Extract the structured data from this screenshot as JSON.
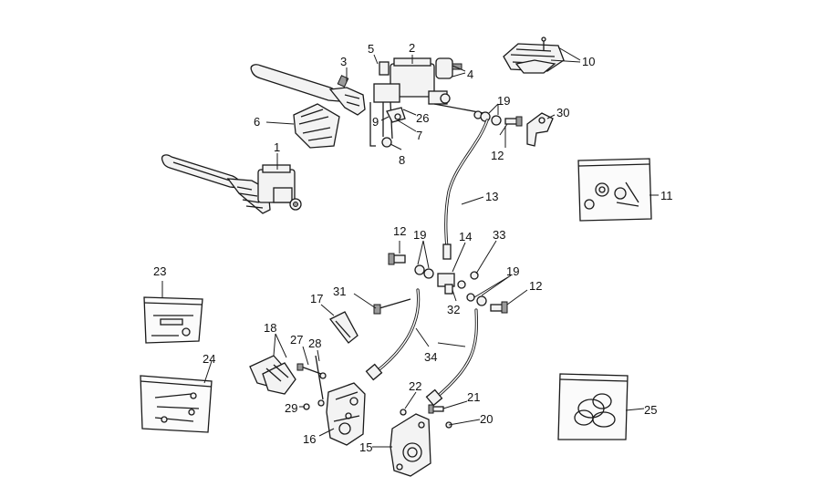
{
  "callouts": [
    {
      "id": "c1",
      "text": "1"
    },
    {
      "id": "c2",
      "text": "2"
    },
    {
      "id": "c3",
      "text": "3"
    },
    {
      "id": "c4",
      "text": "4"
    },
    {
      "id": "c5",
      "text": "5"
    },
    {
      "id": "c6",
      "text": "6"
    },
    {
      "id": "c7",
      "text": "7"
    },
    {
      "id": "c8",
      "text": "8"
    },
    {
      "id": "c9",
      "text": "9"
    },
    {
      "id": "c10",
      "text": "10"
    },
    {
      "id": "c11",
      "text": "11"
    },
    {
      "id": "c12a",
      "text": "12"
    },
    {
      "id": "c12b",
      "text": "12"
    },
    {
      "id": "c12c",
      "text": "12"
    },
    {
      "id": "c13",
      "text": "13"
    },
    {
      "id": "c14",
      "text": "14"
    },
    {
      "id": "c15",
      "text": "15"
    },
    {
      "id": "c16",
      "text": "16"
    },
    {
      "id": "c17",
      "text": "17"
    },
    {
      "id": "c18",
      "text": "18"
    },
    {
      "id": "c19a",
      "text": "19"
    },
    {
      "id": "c19b",
      "text": "19"
    },
    {
      "id": "c19c",
      "text": "19"
    },
    {
      "id": "c20",
      "text": "20"
    },
    {
      "id": "c21",
      "text": "21"
    },
    {
      "id": "c22",
      "text": "22"
    },
    {
      "id": "c23",
      "text": "23"
    },
    {
      "id": "c24",
      "text": "24"
    },
    {
      "id": "c25",
      "text": "25"
    },
    {
      "id": "c26",
      "text": "26"
    },
    {
      "id": "c27",
      "text": "27"
    },
    {
      "id": "c28",
      "text": "28"
    },
    {
      "id": "c29",
      "text": "29"
    },
    {
      "id": "c30",
      "text": "30"
    },
    {
      "id": "c31",
      "text": "31"
    },
    {
      "id": "c32",
      "text": "32"
    },
    {
      "id": "c33",
      "text": "33"
    },
    {
      "id": "c34",
      "text": "34"
    }
  ]
}
